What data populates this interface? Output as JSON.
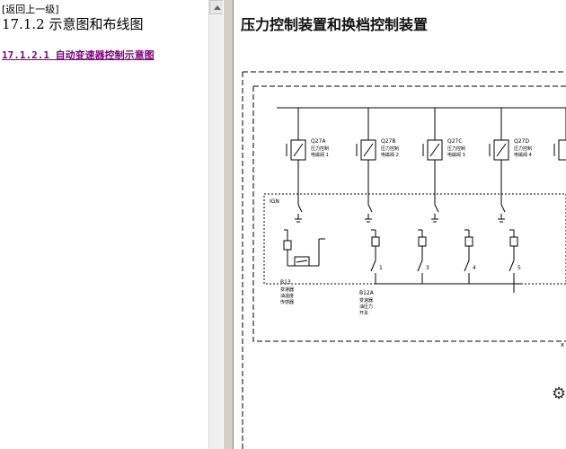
{
  "nav": {
    "back_label": "[返回上一级]",
    "section_title": "17.1.2 示意图和布线图",
    "subsection_link": "17.1.2.1 自动变速器控制示意图"
  },
  "document": {
    "title": "压力控制装置和换档控制装置"
  },
  "diagram": {
    "valves": [
      {
        "id": "Q27A",
        "l1": "压力控制",
        "l2": "电磁阀 1"
      },
      {
        "id": "Q27B",
        "l1": "压力控制",
        "l2": "电磁阀 2"
      },
      {
        "id": "Q27C",
        "l1": "压力控制",
        "l2": "电磁阀 3"
      },
      {
        "id": "Q27D",
        "l1": "压力控制",
        "l2": "电磁阀 4"
      }
    ],
    "ign_label": "IGN",
    "sensor": {
      "id": "B13",
      "lines": [
        "变速器",
        "油温度",
        "传感器"
      ]
    },
    "switch": {
      "id": "B12A",
      "lines": [
        "变速器",
        "油压力",
        "开关"
      ]
    },
    "switch_numbers": [
      "1",
      "3",
      "4",
      "5"
    ],
    "x_mark": "x"
  },
  "icons": {
    "gear": "gear-icon",
    "scroll_up": "arrow-up-icon"
  }
}
